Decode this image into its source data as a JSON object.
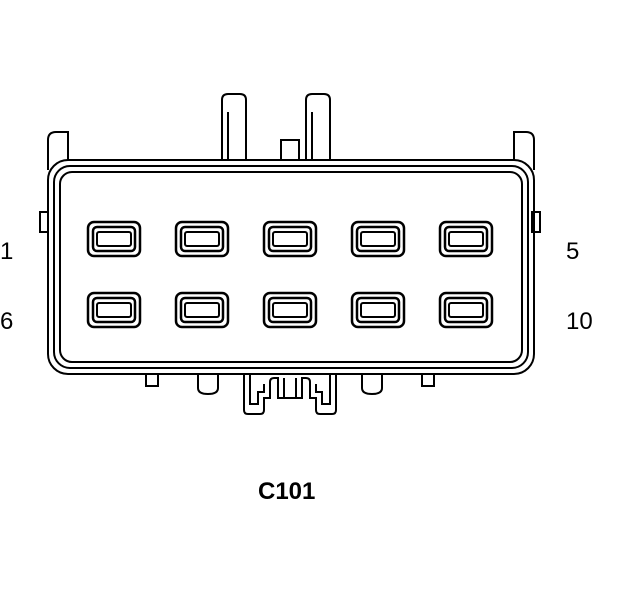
{
  "connector": {
    "id": "C101",
    "pin_labels": {
      "top_left": "1",
      "top_right": "5",
      "bottom_left": "6",
      "bottom_right": "10"
    },
    "rows": 2,
    "columns": 5
  },
  "colors": {
    "line": "#000000",
    "background": "#ffffff"
  }
}
